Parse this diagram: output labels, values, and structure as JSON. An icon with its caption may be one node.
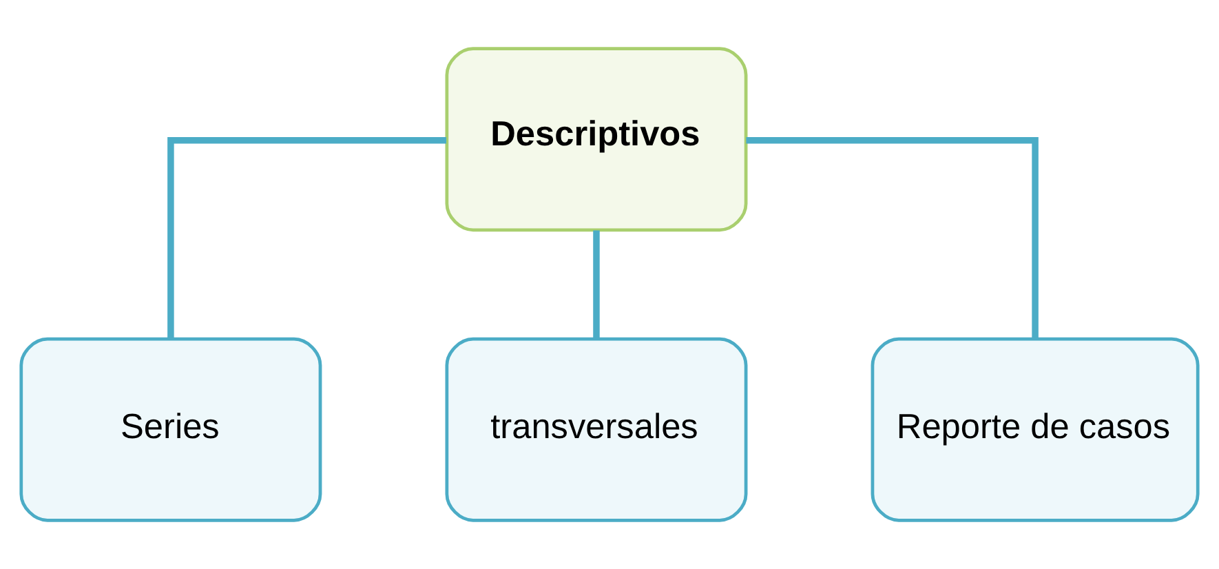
{
  "diagram": {
    "nodes": [
      {
        "text": [
          "Descriptivos"
        ]
      },
      {
        "text": [
          "Series"
        ]
      },
      {
        "text": [
          "transversales"
        ]
      },
      {
        "text": [
          "Reporte de casos"
        ]
      }
    ],
    "edges": [
      {
        "from": 0,
        "to": 1,
        "arrow": "none"
      },
      {
        "from": 0,
        "to": 2,
        "arrow": "none"
      },
      {
        "from": 0,
        "to": 3,
        "arrow": "none"
      }
    ]
  }
}
